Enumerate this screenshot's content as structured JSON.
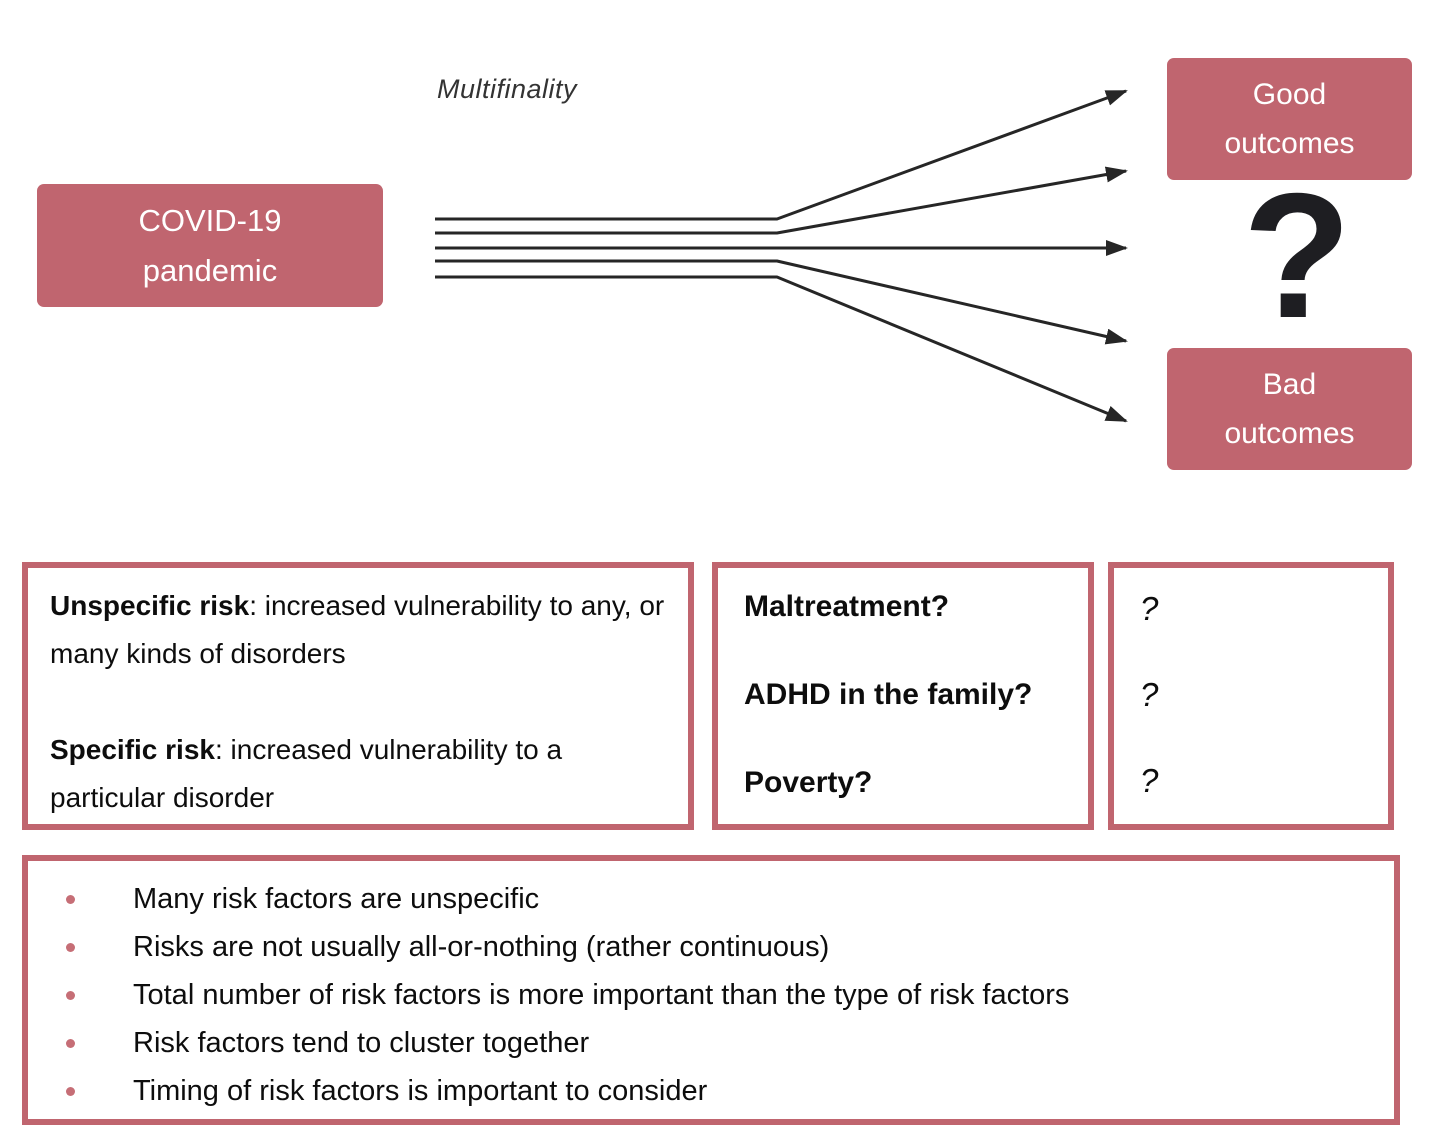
{
  "colors": {
    "rose": "#c0656f",
    "bullet": "#c66e76",
    "arrow": "#262626",
    "muted": "#333333"
  },
  "diagram": {
    "multifinality_label": "Multifinality",
    "source_box": {
      "lines": [
        "COVID-19",
        "pandemic"
      ]
    },
    "good_box": {
      "lines": [
        "Good",
        "outcomes"
      ]
    },
    "bad_box": {
      "lines": [
        "Bad",
        "outcomes"
      ]
    },
    "question_mark": "?",
    "arrow_count": 5
  },
  "risk_definitions": {
    "items": [
      {
        "term": "Unspecific risk",
        "definition": ": increased vulnerability to any, or many kinds of disorders"
      },
      {
        "term": "Specific risk",
        "definition": ": increased vulnerability to a particular disorder"
      }
    ]
  },
  "risk_examples": {
    "items": [
      "Maltreatment?",
      "ADHD in the family?",
      "Poverty?"
    ],
    "answers": [
      "?",
      "?",
      "?"
    ]
  },
  "key_points": {
    "bullets": [
      "Many risk factors are unspecific",
      "Risks are not usually all-or-nothing (rather continuous)",
      "Total number of risk factors is more important than the type of risk factors",
      "Risk factors tend to cluster together",
      "Timing of risk factors is important to consider"
    ]
  }
}
